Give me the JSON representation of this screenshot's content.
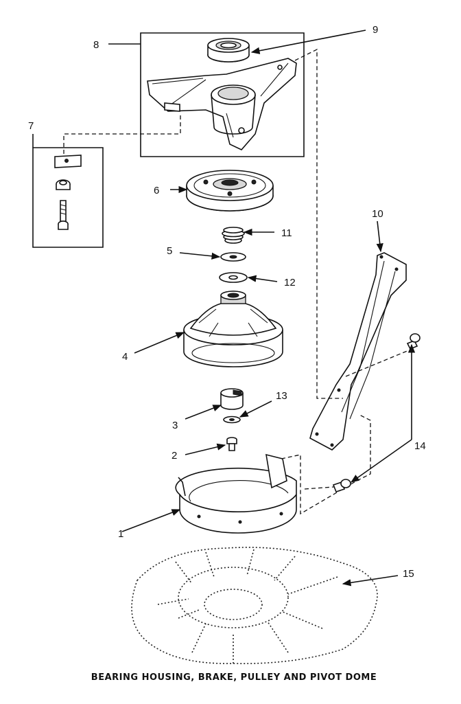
{
  "caption": "BEARING HOUSING, BRAKE, PULLEY AND PIVOT DOME",
  "callouts": {
    "c1": "1",
    "c2": "2",
    "c3": "3",
    "c4": "4",
    "c5": "5",
    "c6": "6",
    "c7": "7",
    "c8": "8",
    "c9": "9",
    "c10": "10",
    "c11": "11",
    "c12": "12",
    "c13": "13",
    "c14": "14",
    "c15": "15"
  }
}
